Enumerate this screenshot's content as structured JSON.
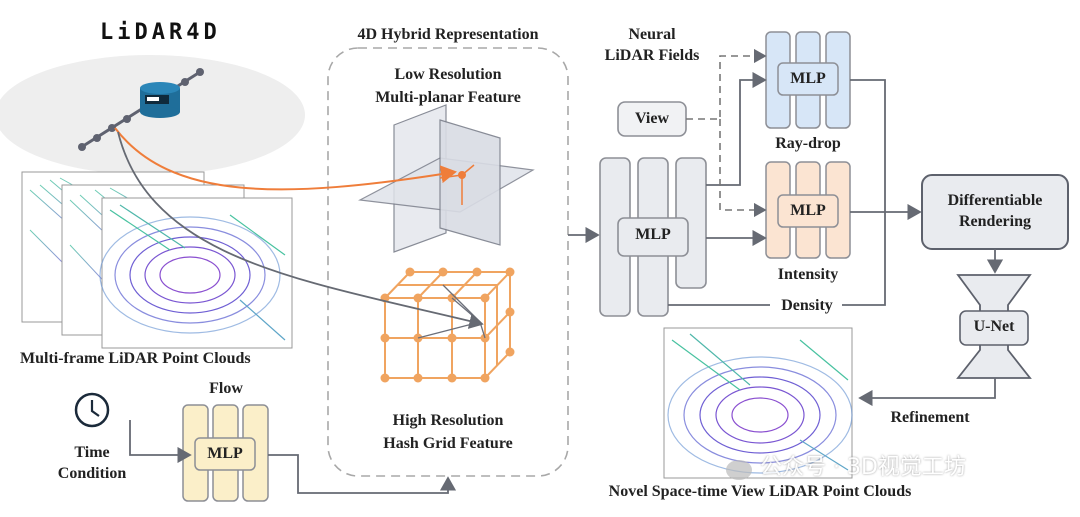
{
  "title": "LiDAR4D",
  "inputs": {
    "point_clouds_label": "Multi-frame LiDAR Point Clouds",
    "time_condition": [
      "Time",
      "Condition"
    ]
  },
  "flow": {
    "label": "Flow",
    "mlp": "MLP"
  },
  "hybrid": {
    "title": "4D Hybrid Representation",
    "low_res": [
      "Low Resolution",
      "Multi-planar Feature"
    ],
    "high_res": [
      "High Resolution",
      "Hash Grid Feature"
    ]
  },
  "neural_fields": {
    "title": [
      "Neural",
      "LiDAR Fields"
    ],
    "main_mlp": "MLP",
    "view": "View",
    "raydrop_mlp": "MLP",
    "raydrop_label": "Ray-drop",
    "intensity_mlp": "MLP",
    "intensity_label": "Intensity",
    "density_label": "Density"
  },
  "rendering": {
    "box": [
      "Differentiable",
      "Rendering"
    ],
    "unet": "U-Net",
    "refinement": "Refinement",
    "output_label": "Novel Space-time View LiDAR Point Clouds"
  },
  "watermark": "公众号 · 3D视觉工坊",
  "colors": {
    "mlp_gray": "#e9ebef",
    "mlp_blue": "#d7e6f7",
    "mlp_orange": "#fbe4d2",
    "mlp_yellow": "#fbefc9",
    "orange": "#ef7d3a",
    "line": "#666a73",
    "grid_orange": "#f0a460",
    "lidar_blue": "#1f6e9a"
  }
}
